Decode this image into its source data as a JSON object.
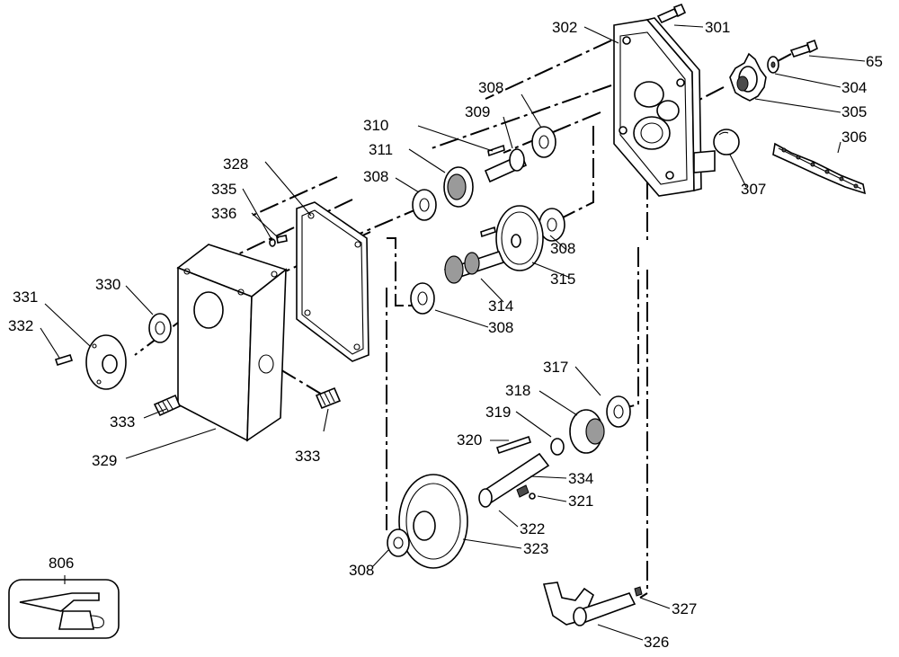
{
  "parts": {
    "p65": "65",
    "p301": "301",
    "p302": "302",
    "p304": "304",
    "p305": "305",
    "p306": "306",
    "p307": "307",
    "p308a": "308",
    "p308b": "308",
    "p308c": "308",
    "p308d": "308",
    "p308e": "308",
    "p309": "309",
    "p310": "310",
    "p311": "311",
    "p314": "314",
    "p315": "315",
    "p317": "317",
    "p318": "318",
    "p319": "319",
    "p320": "320",
    "p321": "321",
    "p322": "322",
    "p323": "323",
    "p326": "326",
    "p327": "327",
    "p328": "328",
    "p329": "329",
    "p330": "330",
    "p331": "331",
    "p332": "332",
    "p333a": "333",
    "p333b": "333",
    "p334": "334",
    "p335": "335",
    "p336": "336",
    "p806": "806"
  }
}
